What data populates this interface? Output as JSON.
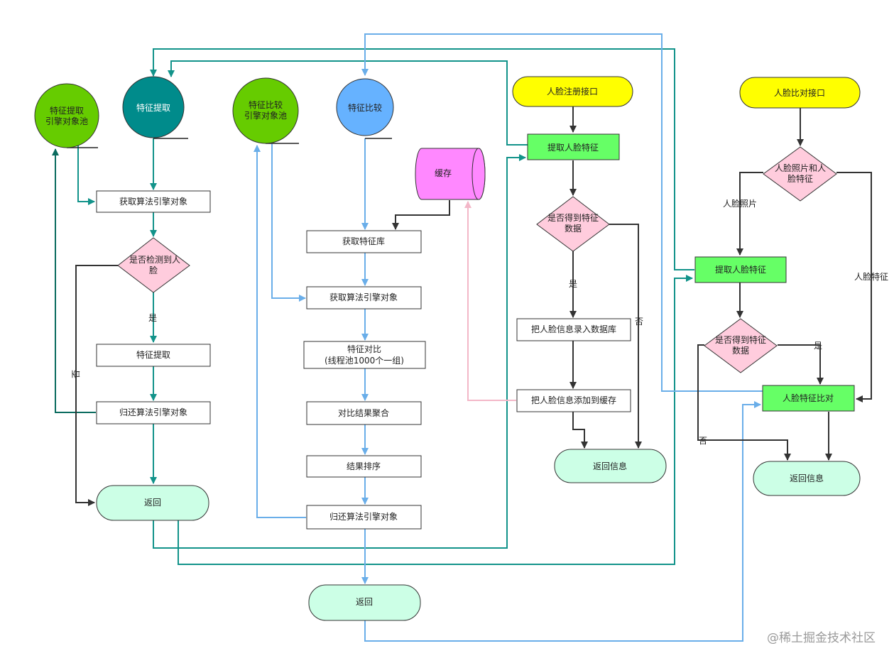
{
  "nodes": {
    "pool_extract": [
      "特征提取",
      "引擎对象池"
    ],
    "extract_circle": "特征提取",
    "pool_compare": [
      "特征比较",
      "引擎对象池"
    ],
    "compare_circle": "特征比较",
    "cache": "缓存",
    "register_api": "人脸注册接口",
    "compare_api": "人脸比对接口",
    "col1_get_engine": "获取算法引擎对象",
    "col1_decision": [
      "是否检测到人",
      "脸"
    ],
    "col1_extract": "特征提取",
    "col1_return_engine": "归还算法引擎对象",
    "col1_return": "返回",
    "col2_get_lib": "获取特征库",
    "col2_get_engine": "获取算法引擎对象",
    "col2_compare": [
      "特征对比",
      "(线程池1000个一组)"
    ],
    "col2_aggregate": "对比结果聚合",
    "col2_sort": "结果排序",
    "col2_return_engine": "归还算法引擎对象",
    "col2_return": "返回",
    "col3_extract": "提取人脸特征",
    "col3_decision": [
      "是否得到特征",
      "数据"
    ],
    "col3_save_db": "把人脸信息录入数据库",
    "col3_add_cache": "把人脸信息添加到缓存",
    "col3_return": "返回信息",
    "col4_decision_type": [
      "人脸照片和人",
      "脸特征"
    ],
    "col4_extract": "提取人脸特征",
    "col4_decision": [
      "是否得到特征",
      "数据"
    ],
    "col4_compare": "人脸特征比对",
    "col4_return": "返回信息"
  },
  "labels": {
    "yes": "是",
    "no": "否",
    "photo": "人脸照片",
    "feature": "人脸特征"
  },
  "watermark": "@稀土掘金技术社区",
  "colors": {
    "teal_line": "#12938a",
    "blue_line": "#6aaee9",
    "pink_line": "#f3b7c8",
    "dark_line": "#333333",
    "pool_green": "#66cc00",
    "extract_teal": "#008b8b",
    "compare_blue": "#66b2ff",
    "cache_magenta": "#ff88ff",
    "api_yellow": "#ffff00",
    "process_green": "#66ff66",
    "decision_pink": "#ffccdd",
    "terminal_mint": "#ccffe6"
  }
}
